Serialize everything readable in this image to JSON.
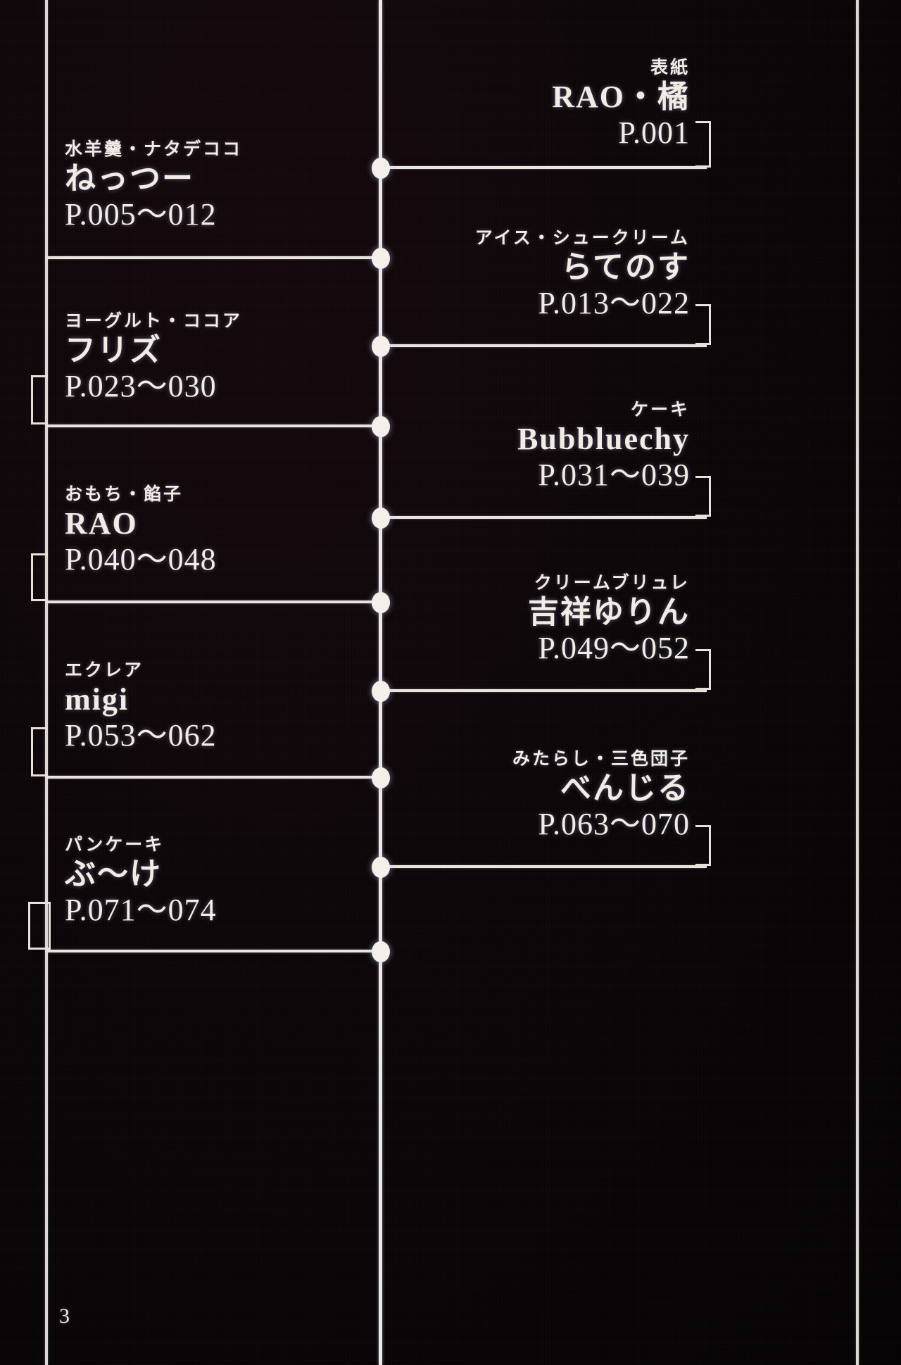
{
  "page": {
    "folio": "3",
    "background_color": "#0a0608",
    "line_color": "#e9e4dc",
    "text_color": "#f2ece4"
  },
  "entries": [
    {
      "side": "right",
      "genre": "表紙",
      "artist": "RAO・橘",
      "pages": "P.001"
    },
    {
      "side": "left",
      "genre": "水羊羹・ナタデココ",
      "artist": "ねっつー",
      "pages": "P.005〜012"
    },
    {
      "side": "right",
      "genre": "アイス・シュークリーム",
      "artist": "らてのす",
      "pages": "P.013〜022"
    },
    {
      "side": "left",
      "genre": "ヨーグルト・ココア",
      "artist": "フリズ",
      "pages": "P.023〜030"
    },
    {
      "side": "right",
      "genre": "ケーキ",
      "artist": "Bubbluechy",
      "pages": "P.031〜039"
    },
    {
      "side": "left",
      "genre": "おもち・餡子",
      "artist": "RAO",
      "pages": "P.040〜048"
    },
    {
      "side": "right",
      "genre": "クリームブリュレ",
      "artist": "吉祥ゆりん",
      "pages": "P.049〜052"
    },
    {
      "side": "left",
      "genre": "エクレア",
      "artist": "migi",
      "pages": "P.053〜062"
    },
    {
      "side": "right",
      "genre": "みたらし・三色団子",
      "artist": "べんじる",
      "pages": "P.063〜070"
    },
    {
      "side": "left",
      "genre": "パンケーキ",
      "artist": "ぶ〜け",
      "pages": "P.071〜074"
    }
  ]
}
